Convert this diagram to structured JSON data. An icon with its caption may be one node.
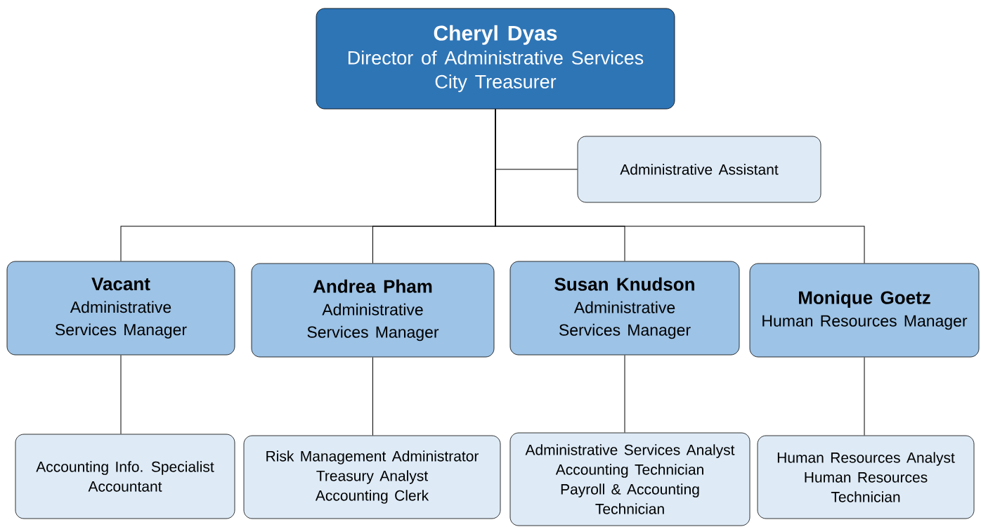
{
  "diagram": {
    "nodes": [
      {
        "text": [
          "Cheryl Dyas",
          "Director of Administrative Services",
          "City Treasurer"
        ]
      },
      {
        "text": [
          "Administrative Assistant"
        ]
      },
      {
        "text": [
          "Vacant",
          "Administrative Services Manager"
        ]
      },
      {
        "text": [
          "Andrea Pham",
          "Administrative Services Manager"
        ]
      },
      {
        "text": [
          "Susan Knudson",
          "Administrative Services Manager"
        ]
      },
      {
        "text": [
          "Monique Goetz",
          "Human Resources Manager"
        ]
      },
      {
        "text": [
          "Accounting Info. Specialist",
          "Accountant"
        ]
      },
      {
        "text": [
          "Risk Management Administrator",
          "Treasury Analyst",
          "Accounting Clerk"
        ]
      },
      {
        "text": [
          "Administrative Services Analyst",
          "Accounting Technician",
          "Payroll & Accounting Technician"
        ]
      },
      {
        "text": [
          "Human Resources Analyst",
          "Human Resources Technician"
        ]
      }
    ],
    "edges": [
      {
        "from": 0,
        "to": 1,
        "arrow": "none"
      },
      {
        "from": 0,
        "to": 2,
        "arrow": "none"
      },
      {
        "from": 0,
        "to": 3,
        "arrow": "none"
      },
      {
        "from": 0,
        "to": 4,
        "arrow": "none"
      },
      {
        "from": 0,
        "to": 5,
        "arrow": "none"
      },
      {
        "from": 2,
        "to": 6,
        "arrow": "none"
      },
      {
        "from": 3,
        "to": 7,
        "arrow": "none"
      },
      {
        "from": 4,
        "to": 8,
        "arrow": "none"
      },
      {
        "from": 5,
        "to": 9,
        "arrow": "none"
      }
    ]
  }
}
